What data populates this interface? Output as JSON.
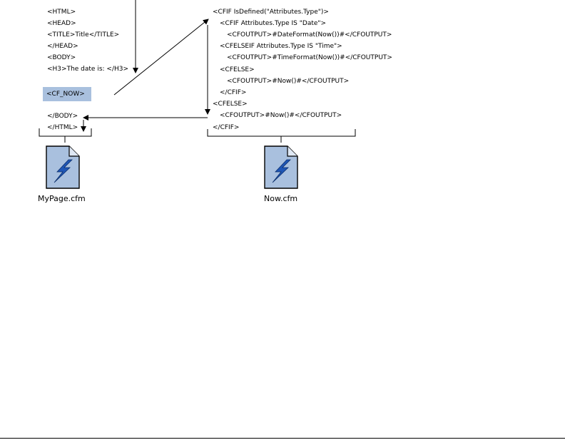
{
  "left_code": {
    "lines": [
      "<HTML>",
      "<HEAD>",
      "<TITLE>Title</TITLE>",
      "</HEAD>",
      "<BODY>",
      "<H3>The date is: </H3>"
    ],
    "tag": "<CF_NOW>",
    "after": [
      "</BODY>",
      "</HTML>"
    ],
    "file_label": "MyPage.cfm"
  },
  "right_code": {
    "lines": [
      "<CFIF IsDefined(\"Attributes.Type\")>",
      "<CFIF Attributes.Type IS \"Date\">",
      "<CFOUTPUT>#DateFormat(Now())#</CFOUTPUT>",
      "<CFELSEIF Attributes.Type IS \"Time\">",
      "<CFOUTPUT>#TimeFormat(Now())#</CFOUTPUT>",
      "<CFELSE>",
      "<CFOUTPUT>#Now()#</CFOUTPUT>",
      "</CFIF>",
      "<CFELSE>",
      "<CFOUTPUT>#Now()#</CFOUTPUT>",
      "</CFIF>"
    ],
    "file_label": "Now.cfm"
  },
  "icon": "coldfusion-file-icon",
  "colors": {
    "highlight": "#a9c0de",
    "icon_fill": "#a9c0de",
    "bolt": "#1f56b5"
  }
}
